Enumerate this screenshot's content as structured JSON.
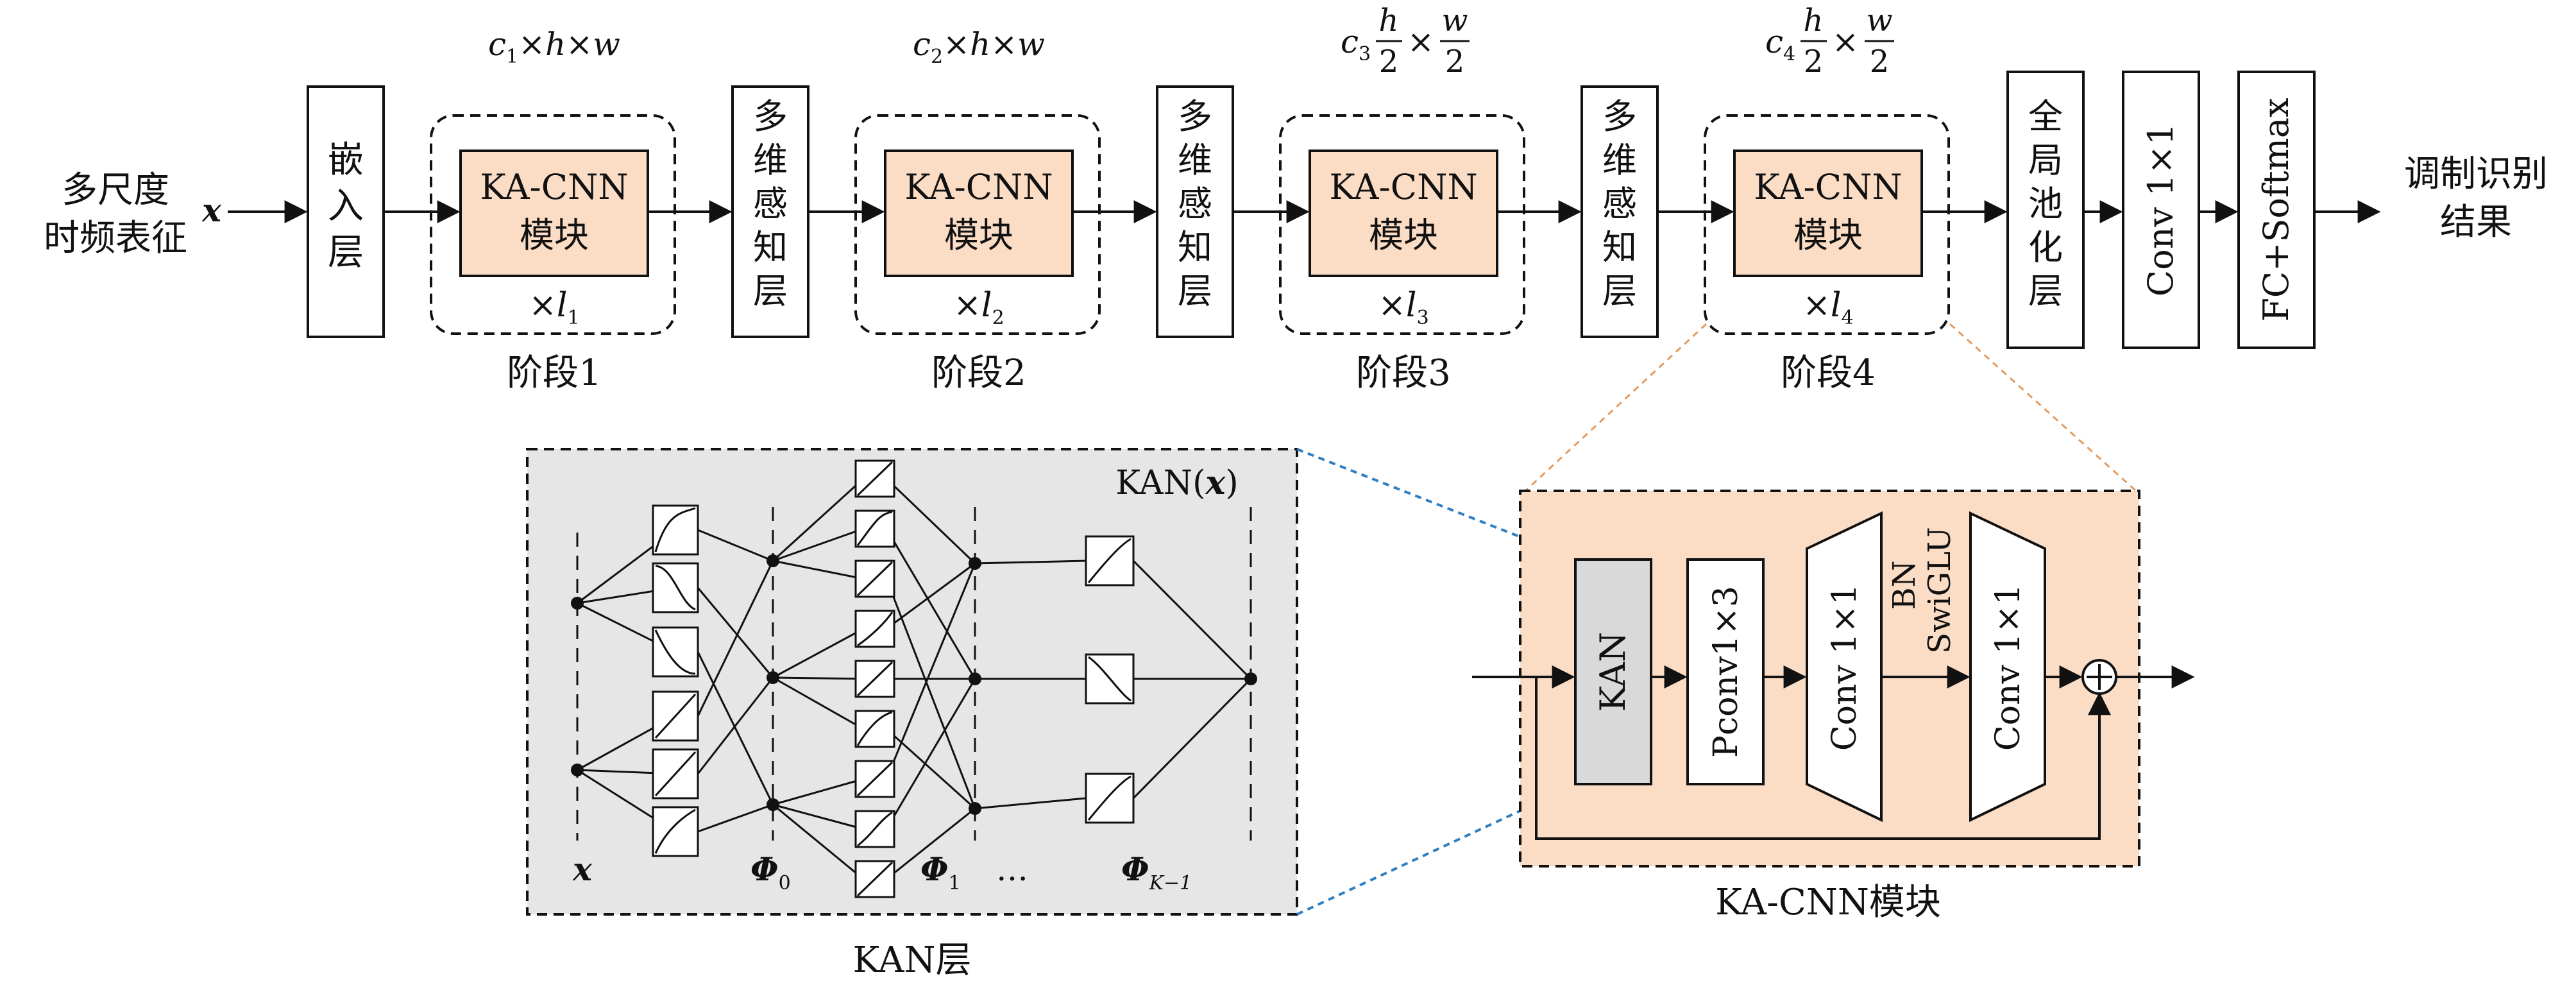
{
  "input": {
    "line1": "多尺度",
    "line2": "时频表征",
    "symbol": "x"
  },
  "output": {
    "line1": "调制识别",
    "line2": "结果"
  },
  "embedding_layer": [
    "嵌",
    "入",
    "层"
  ],
  "perception_layer": [
    "多",
    "维",
    "感",
    "知",
    "层"
  ],
  "global_pool": [
    "全",
    "局",
    "池",
    "化",
    "层"
  ],
  "conv_head": "Conv 1×1",
  "fc_head": "FC+Softmax",
  "stages": [
    {
      "label": "阶段1",
      "block_line1": "KA-CNN",
      "block_line2": "模块",
      "repeat": "×l1",
      "dim": "c1×h×w"
    },
    {
      "label": "阶段2",
      "block_line1": "KA-CNN",
      "block_line2": "模块",
      "repeat": "×l2",
      "dim": "c2×h×w"
    },
    {
      "label": "阶段3",
      "block_line1": "KA-CNN",
      "block_line2": "模块",
      "repeat": "×l3",
      "dim": "c3 h/2 × w/2"
    },
    {
      "label": "阶段4",
      "block_line1": "KA-CNN",
      "block_line2": "模块",
      "repeat": "×l4",
      "dim": "c4 h/2 × w/2"
    }
  ],
  "kan_panel": {
    "title": "KAN(x)",
    "caption": "KAN层",
    "labels": [
      "x",
      "Φ0",
      "Φ1",
      "…",
      "ΦK−1"
    ]
  },
  "kacnn_panel": {
    "caption": "KA-CNN模块",
    "kan": "KAN",
    "pconv": "Pconv1×3",
    "conv_a": "Conv 1×1",
    "bn": "BN",
    "swiglu": "SwiGLU",
    "conv_b": "Conv 1×1",
    "add": "⊕"
  },
  "colors": {
    "block_fill": "#fbdcc5",
    "kan_panel_fill": "#e6e6e6",
    "kan_box_fill": "#d9d9d9",
    "connector_blue": "#2f7fc0",
    "connector_orange": "#e59b5d"
  }
}
